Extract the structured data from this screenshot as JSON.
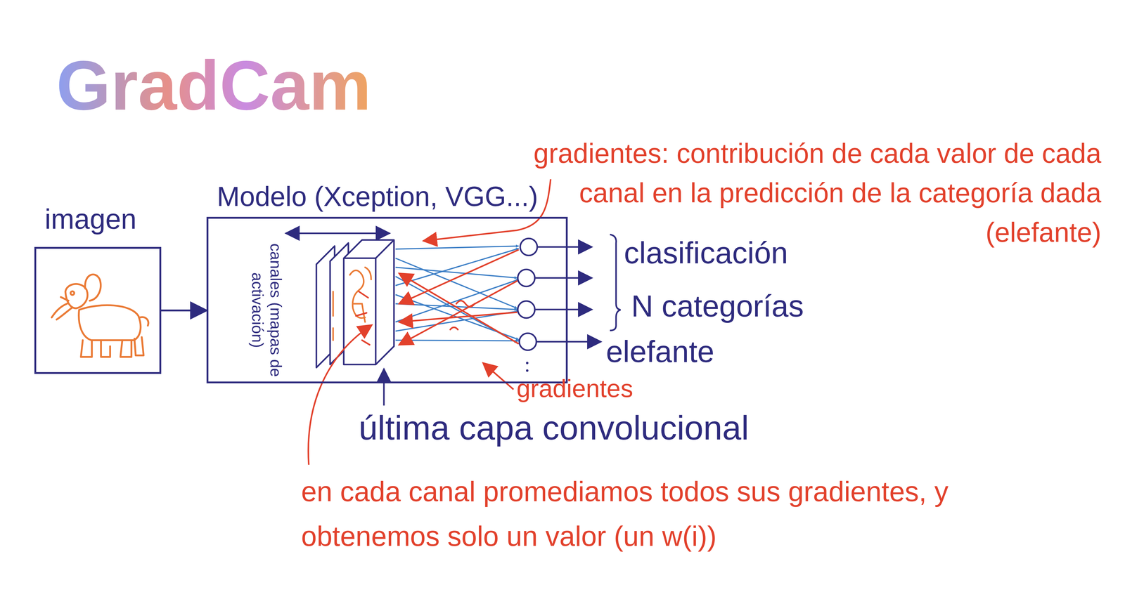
{
  "diagram": {
    "title": "GradCam",
    "nodes": [
      {
        "text": [
          "imagen"
        ]
      },
      {
        "text": [
          "Modelo (Xception, VGG...)"
        ]
      }
    ],
    "edges": [
      {
        "from": 0,
        "to": 1,
        "arrow": "to"
      }
    ],
    "labels": [
      "canales (mapas de activación)",
      "clasificación",
      "N categorías",
      "elefante",
      "última capa convolucional",
      "gradientes: contribución de cada valor de cada canal en la predicción de la categoría dada (elefante)",
      "gradientes",
      "en cada canal promediamos todos sus gradientes, y obtenemos solo un valor (un w(i))"
    ]
  }
}
